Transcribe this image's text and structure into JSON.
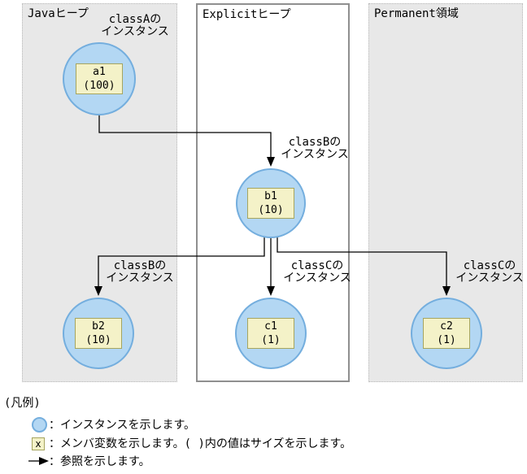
{
  "panels": {
    "java": {
      "title": "Javaヒープ"
    },
    "explicit": {
      "title": "Explicitヒープ"
    },
    "permanent": {
      "title": "Permanent領域"
    }
  },
  "nodes": {
    "a1": {
      "name": "a1",
      "size": "(100)"
    },
    "b1": {
      "name": "b1",
      "size": "(10)"
    },
    "b2": {
      "name": "b2",
      "size": "(10)"
    },
    "c1": {
      "name": "c1",
      "size": "(1)"
    },
    "c2": {
      "name": "c2",
      "size": "(1)"
    }
  },
  "annotations": {
    "a1": {
      "line1": "classAの",
      "line2": "インスタンス"
    },
    "b1": {
      "line1": "classBの",
      "line2": "インスタンス"
    },
    "b2": {
      "line1": "classBの",
      "line2": "インスタンス"
    },
    "c1": {
      "line1": "classCの",
      "line2": "インスタンス"
    },
    "c2": {
      "line1": "classCの",
      "line2": "インスタンス"
    }
  },
  "references": [
    {
      "from": "a1",
      "to": "b1"
    },
    {
      "from": "b1",
      "to": "b2"
    },
    {
      "from": "b1",
      "to": "c1"
    },
    {
      "from": "b1",
      "to": "c2"
    }
  ],
  "legend": {
    "title": "(凡例)",
    "instance_text": "：インスタンスを示します。",
    "member_symbol": "x",
    "member_text": "：メンバ変数を示します。( )内の値はサイズを示します。",
    "reference_text": "：参照を示します。"
  },
  "colors": {
    "instance_fill": "#b3d7f3",
    "instance_border": "#74aede",
    "member_fill": "#f4f2c8",
    "member_border": "#a6a55f",
    "panel_gray": "#e8e8e8",
    "explicit_border": "#8f8f8f",
    "arrow": "#000000"
  }
}
